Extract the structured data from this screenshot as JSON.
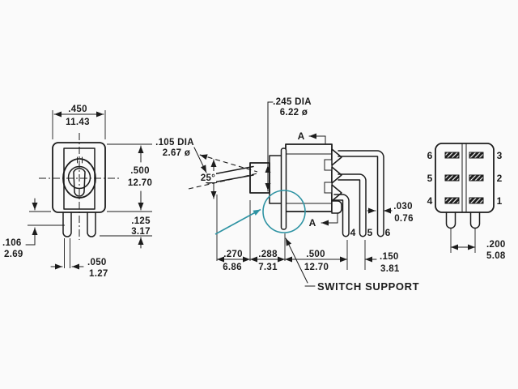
{
  "colors": {
    "line": "#1c1c1c",
    "accent": "#2e93a3",
    "background": "#fafafa"
  },
  "front_view": {
    "width_in": ".450",
    "width_mm": "11.43",
    "height_in": ".500",
    "height_mm": "12.70",
    "pin_len_in": ".125",
    "pin_len_mm": "3.17",
    "standoff_in": ".106",
    "standoff_mm": "2.69",
    "pin_width_in": ".050",
    "pin_width_mm": "1.27"
  },
  "side_view": {
    "lever_dia_in": ".105 DIA",
    "lever_dia_mm": "2.67 ø",
    "throw_angle": "25°",
    "bushing_dia_in": ".245 DIA",
    "bushing_dia_mm": "6.22 ø",
    "section_label": "A",
    "pin_labels": [
      "4",
      "5",
      "6"
    ],
    "pin_thickness_in": ".030",
    "pin_thickness_mm": "0.76",
    "lever_travel_in": ".270",
    "lever_travel_mm": "6.86",
    "bushing_len_in": ".288",
    "bushing_len_mm": "7.31",
    "body_len_in": ".500",
    "body_len_mm": "12.70",
    "pin_pitch_in": ".150",
    "pin_pitch_mm": "3.81",
    "support_label": "SWITCH SUPPORT"
  },
  "terminal_view": {
    "left_terminals": [
      "6",
      "5",
      "4"
    ],
    "right_terminals": [
      "3",
      "2",
      "1"
    ],
    "pin_spacing_in": ".200",
    "pin_spacing_mm": "5.08"
  }
}
